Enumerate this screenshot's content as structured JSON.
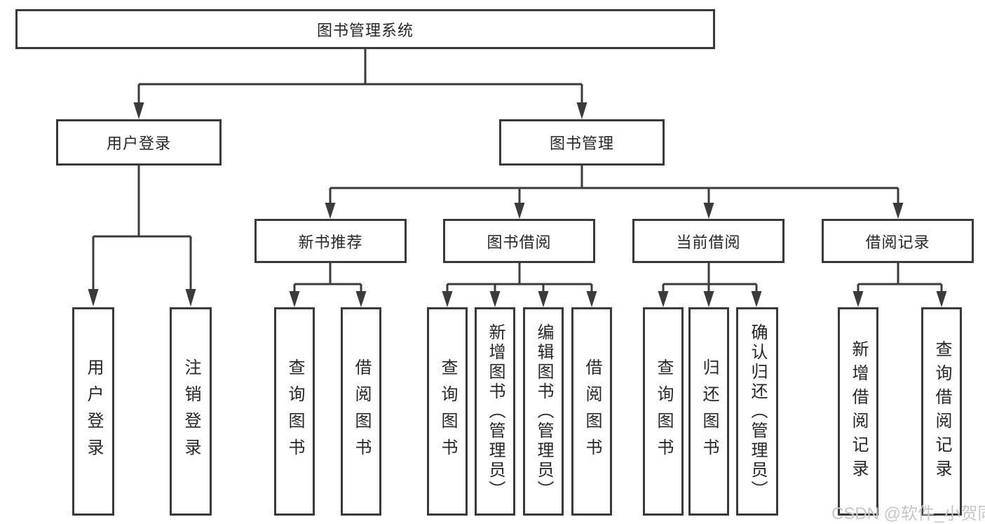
{
  "diagram_type": "tree",
  "colors": {
    "background": "#ffffff",
    "line": "#3b3b3b",
    "box_border": "#3a3a3a",
    "text": "#262626",
    "watermark": "#c7c7c7"
  },
  "root": {
    "label": "图书管理系统"
  },
  "branches": [
    {
      "label": "用户登录",
      "children": [
        {
          "label": "用户登录"
        },
        {
          "label": "注销登录"
        }
      ]
    },
    {
      "label": "图书管理",
      "children": [
        {
          "label": "新书推荐",
          "children": [
            {
              "label": "查询图书"
            },
            {
              "label": "借阅图书"
            }
          ]
        },
        {
          "label": "图书借阅",
          "children": [
            {
              "label": "查询图书"
            },
            {
              "label": "新增图书（管理员）"
            },
            {
              "label": "编辑图书（管理员）"
            },
            {
              "label": "借阅图书"
            }
          ]
        },
        {
          "label": "当前借阅",
          "children": [
            {
              "label": "查询图书"
            },
            {
              "label": "归还图书"
            },
            {
              "label": "确认归还（管理员）"
            }
          ]
        },
        {
          "label": "借阅记录",
          "children": [
            {
              "label": "新增借阅记录"
            },
            {
              "label": "查询借阅记录"
            }
          ]
        }
      ]
    }
  ],
  "watermark": {
    "text": "CSDN @软件_小贺同学"
  }
}
